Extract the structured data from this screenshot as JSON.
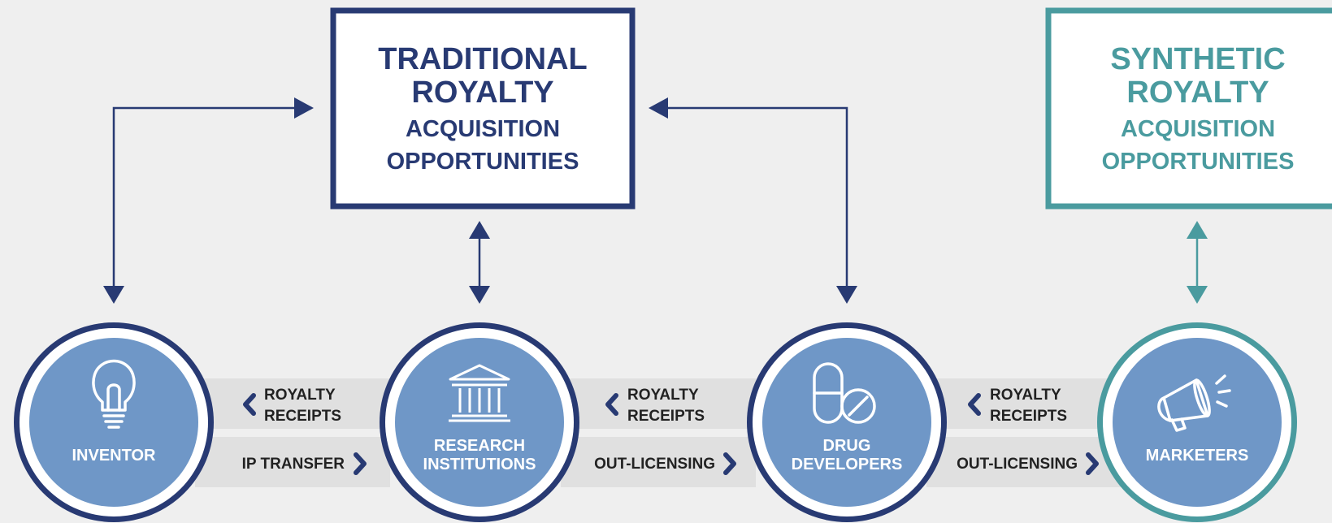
{
  "colors": {
    "navy": "#283a73",
    "teal": "#4a9b9f",
    "node_fill": "#6f97c7",
    "band": "#e0e0e0",
    "background": "#efefef",
    "white": "#ffffff"
  },
  "traditional_box": {
    "line1": "TRADITIONAL",
    "line2": "ROYALTY",
    "line3": "ACQUISITION",
    "line4": "OPPORTUNITIES"
  },
  "synthetic_box": {
    "line1": "SYNTHETIC",
    "line2": "ROYALTY",
    "line3": "ACQUISITION",
    "line4": "OPPORTUNITIES"
  },
  "nodes": {
    "inventor": {
      "label1": "INVENTOR",
      "icon": "lightbulb-icon"
    },
    "research": {
      "label1": "RESEARCH",
      "label2": "INSTITUTIONS",
      "icon": "institution-building-icon"
    },
    "drug": {
      "label1": "DRUG",
      "label2": "DEVELOPERS",
      "icon": "pills-icon"
    },
    "marketers": {
      "label1": "MARKETERS",
      "icon": "megaphone-icon"
    }
  },
  "flows": {
    "band1": {
      "top1": "ROYALTY",
      "top2": "RECEIPTS",
      "bottom": "IP TRANSFER"
    },
    "band2": {
      "top1": "ROYALTY",
      "top2": "RECEIPTS",
      "bottom": "OUT-LICENSING"
    },
    "band3": {
      "top1": "ROYALTY",
      "top2": "RECEIPTS",
      "bottom": "OUT-LICENSING"
    }
  }
}
